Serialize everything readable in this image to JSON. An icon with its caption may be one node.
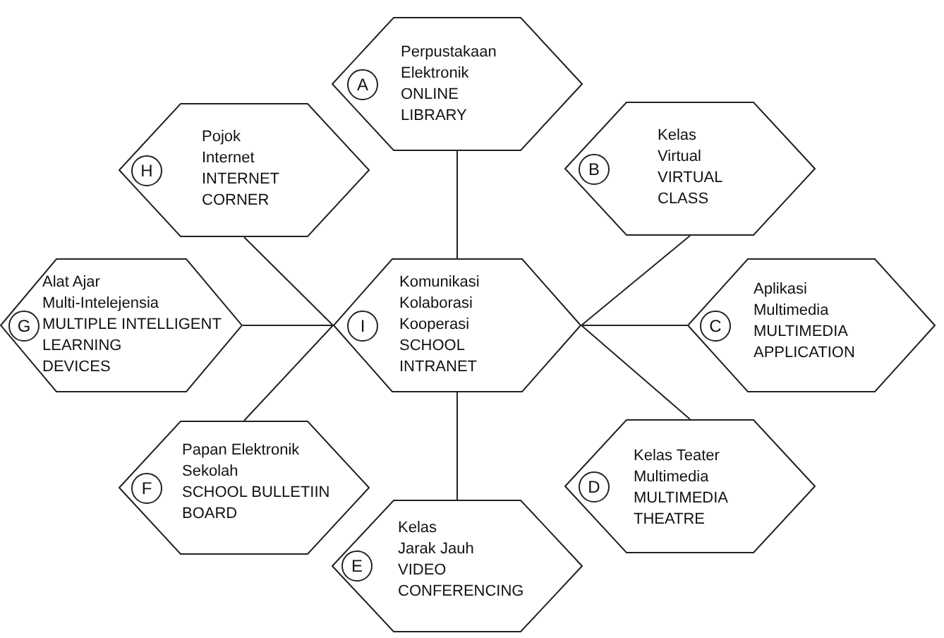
{
  "diagram": {
    "nodes": [
      {
        "text": [
          "A",
          "Perpustakaan Elektronik",
          "ONLINE LIBRARY"
        ]
      },
      {
        "text": [
          "H",
          "Pojok Internet",
          "INTERNET CORNER"
        ]
      },
      {
        "text": [
          "B",
          "Kelas Virtual",
          "VIRTUAL CLASS"
        ]
      },
      {
        "text": [
          "G",
          "Alat Ajar Multi-Intelejensia",
          "MULTIPLE INTELLIGENT LEARNING DEVICES"
        ]
      },
      {
        "text": [
          "I",
          "Komunikasi Kolaborasi Kooperasi",
          "SCHOOL INTRANET"
        ]
      },
      {
        "text": [
          "C",
          "Aplikasi Multimedia",
          "MULTIMEDIA APPLICATION"
        ]
      },
      {
        "text": [
          "F",
          "Papan Elektronik Sekolah",
          "SCHOOL BULLETIIN BOARD"
        ]
      },
      {
        "text": [
          "D",
          "Kelas Teater Multimedia",
          "MULTIMEDIA THEATRE"
        ]
      },
      {
        "text": [
          "E",
          "Kelas Jarak Jauh",
          "VIDEO CONFERENCING"
        ]
      }
    ],
    "edges": [
      {
        "from": 4,
        "to": 0,
        "arrow": "none"
      },
      {
        "from": 4,
        "to": 1,
        "arrow": "none"
      },
      {
        "from": 4,
        "to": 2,
        "arrow": "none"
      },
      {
        "from": 4,
        "to": 3,
        "arrow": "none"
      },
      {
        "from": 4,
        "to": 5,
        "arrow": "none"
      },
      {
        "from": 4,
        "to": 6,
        "arrow": "none"
      },
      {
        "from": 4,
        "to": 7,
        "arrow": "none"
      },
      {
        "from": 4,
        "to": 8,
        "arrow": "none"
      }
    ]
  }
}
